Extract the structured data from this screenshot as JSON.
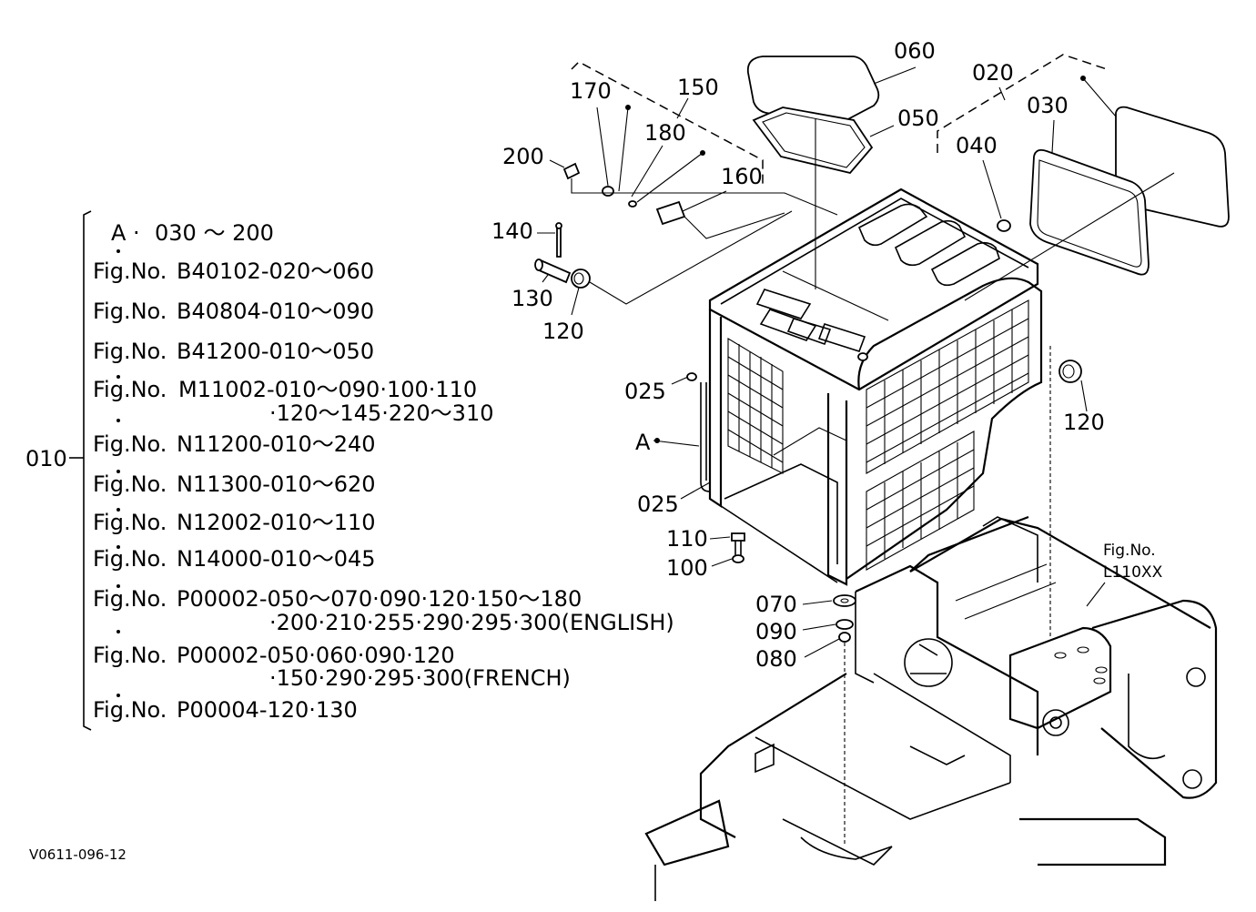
{
  "diagram": {
    "figure_code": "V0611-096-12",
    "ref_figure": {
      "line1": "Fig.No.",
      "line2": "L110XX"
    },
    "assembly_label": "010",
    "group_label": "A",
    "group_marker": "A",
    "bracket_lines": [
      {
        "prefix": "A ·",
        "text": "030 ～ 200"
      },
      {
        "prefix": "Fig.No.",
        "text": "B40102-020～060"
      },
      {
        "prefix": "Fig.No.",
        "text": "B40804-010～090"
      },
      {
        "prefix": "Fig.No.",
        "text": "B41200-010～050"
      },
      {
        "prefix": "Fig.No.",
        "text": "M11002-010～090·100·110"
      },
      {
        "prefix": "",
        "text": "·120～145·220～310"
      },
      {
        "prefix": "Fig.No.",
        "text": "N11200-010～240"
      },
      {
        "prefix": "Fig.No.",
        "text": "N11300-010～620"
      },
      {
        "prefix": "Fig.No.",
        "text": "N12002-010～110"
      },
      {
        "prefix": "Fig.No.",
        "text": "N14000-010～045"
      },
      {
        "prefix": "Fig.No.",
        "text": "P00002-050～070·090·120·150～180"
      },
      {
        "prefix": "",
        "text": "·200·210·255·290·295·300(ENGLISH)"
      },
      {
        "prefix": "Fig.No.",
        "text": "P00002-050·060·090·120"
      },
      {
        "prefix": "",
        "text": "·150·290·295·300(FRENCH)"
      },
      {
        "prefix": "Fig.No.",
        "text": "P00004-120·130"
      }
    ],
    "callouts": {
      "c060": "060",
      "c050": "050",
      "c020": "020",
      "c030": "030",
      "c040": "040",
      "c150": "150",
      "c170": "170",
      "c180": "180",
      "c200": "200",
      "c160": "160",
      "c140": "140",
      "c130": "130",
      "c120a": "120",
      "c120b": "120",
      "c025a": "025",
      "c025b": "025",
      "c110": "110",
      "c100": "100",
      "c070": "070",
      "c090": "090",
      "c080": "080"
    }
  }
}
